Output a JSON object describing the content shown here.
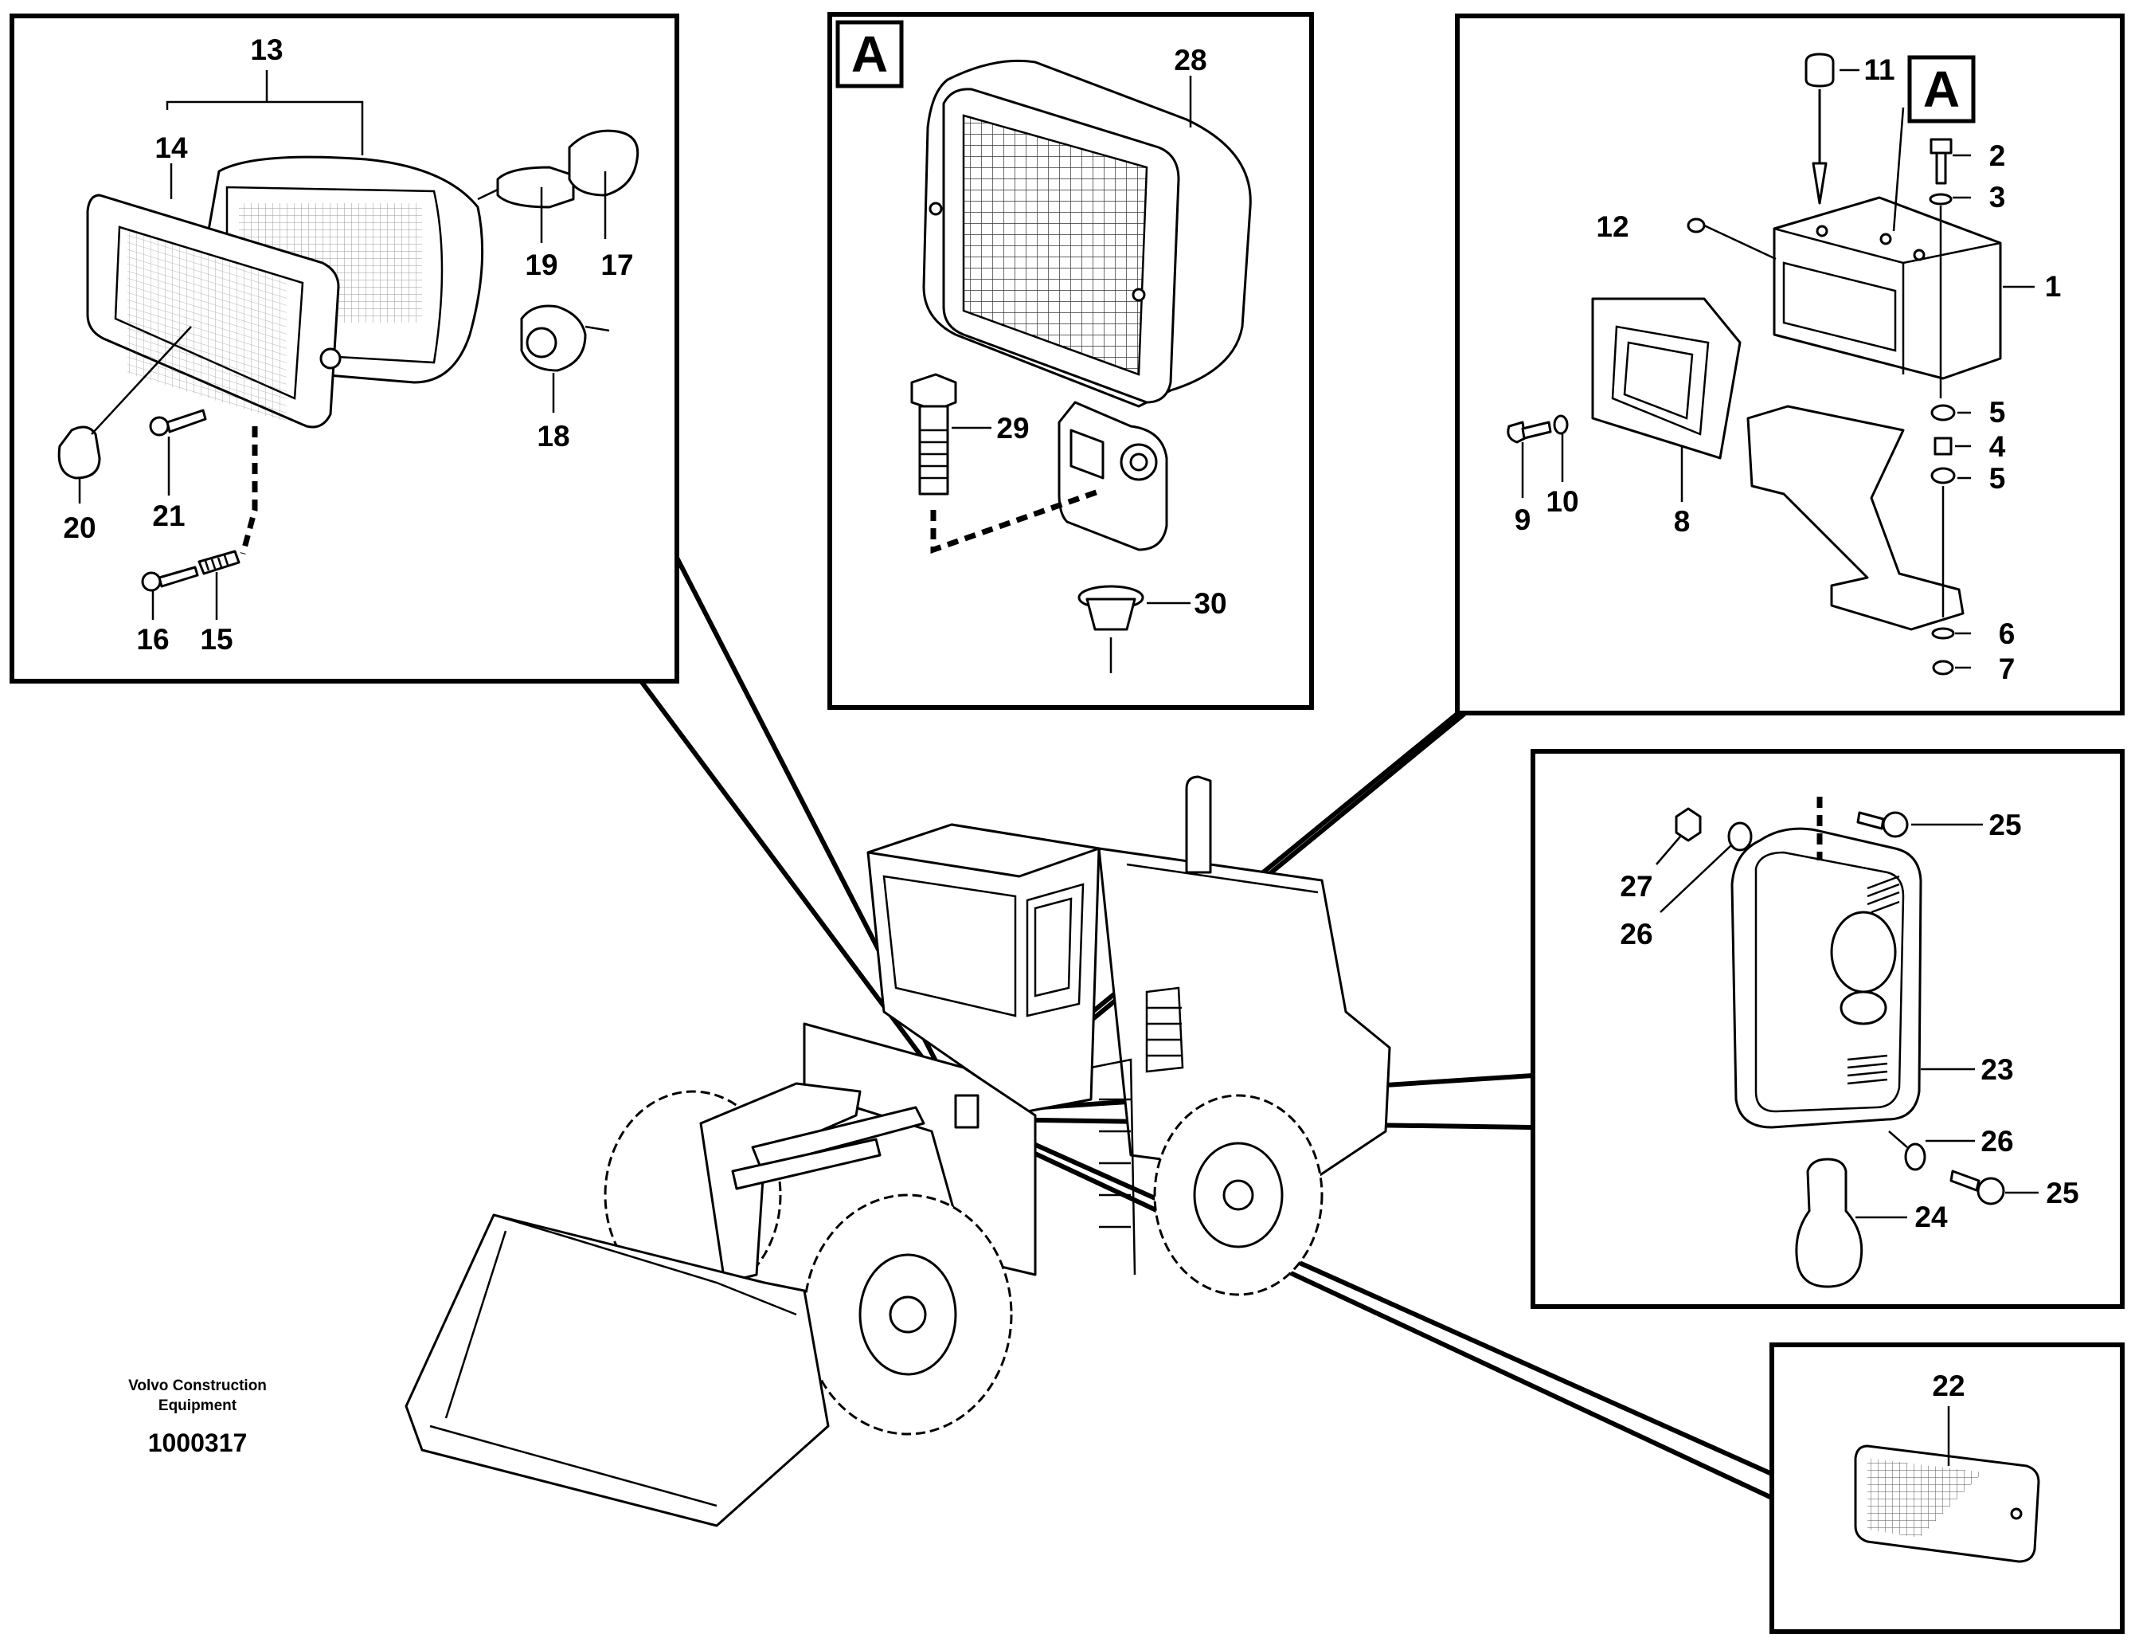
{
  "caption": {
    "company_line1": "Volvo Construction",
    "company_line2": "Equipment",
    "document_number": "1000317"
  },
  "view_tag": "A",
  "callouts": {
    "c1": "1",
    "c2": "2",
    "c3": "3",
    "c4": "4",
    "c5": "5",
    "c6": "6",
    "c7": "7",
    "c8": "8",
    "c9": "9",
    "c10": "10",
    "c11": "11",
    "c12": "12",
    "c13": "13",
    "c14": "14",
    "c15": "15",
    "c16": "16",
    "c17": "17",
    "c18": "18",
    "c19": "19",
    "c20": "20",
    "c21": "21",
    "c22": "22",
    "c23": "23",
    "c24": "24",
    "c25": "25",
    "c26": "26",
    "c27": "27",
    "c28": "28",
    "c29": "29",
    "c30": "30"
  }
}
